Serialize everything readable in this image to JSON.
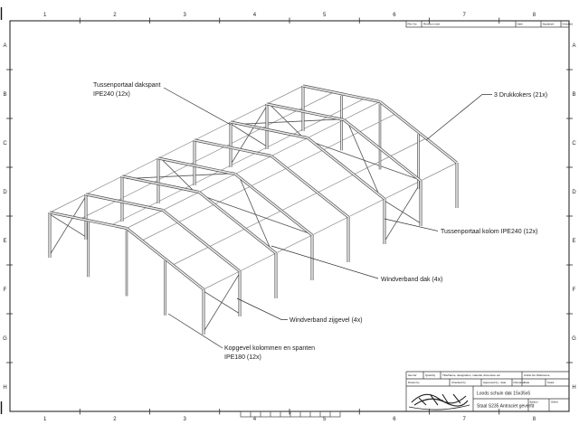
{
  "colors": {
    "line": "#2a2a2a",
    "member_edge": "#4d4d4d",
    "member_face": "#ececec",
    "purlin": "#8c8c8c",
    "brace": "#555555",
    "leader": "#333333",
    "text": "#1a1a1a"
  },
  "rulers": {
    "top": [
      "1",
      "2",
      "3",
      "4",
      "5",
      "6",
      "7",
      "8"
    ],
    "bottom": [
      "1",
      "2",
      "3",
      "4",
      "5",
      "6",
      "7",
      "8"
    ],
    "left": [
      "A",
      "B",
      "C",
      "D",
      "E",
      "F",
      "G",
      "H"
    ],
    "right": [
      "A",
      "B",
      "C",
      "D",
      "E",
      "F",
      "G",
      "H"
    ]
  },
  "revision_table": {
    "headers": [
      "Rev No",
      "Revision note",
      "Date",
      "Signature",
      "Checked"
    ]
  },
  "annotations": {
    "dakspant": {
      "line1": "Tussenportaal dakspant",
      "line2": "IPE240 (12x)"
    },
    "drukkokers": {
      "line1": "3 Drukkokers (21x)"
    },
    "kolom": {
      "line1": "Tussenportaal kolom IPE240 (12x)"
    },
    "windverband_dak": {
      "line1": "Windverband dak (4x)"
    },
    "windverband_zijgevel": {
      "line1": "Windverband zijgevel (4x)"
    },
    "kopgevel": {
      "line1": "Kopgevel kolommen en spanten",
      "line2": "IPE180 (12x)"
    }
  },
  "title_block": {
    "labels": {
      "itemref": "Itemref",
      "quantity": "Quantity",
      "title_name": "Title/Name, designation, material, dimension etc",
      "article": "Article No./Reference",
      "drawn": "Drawn by",
      "checked": "Checked by",
      "approved": "Approved by - date",
      "filename": "Filename",
      "date": "Date",
      "scale": "Scale",
      "edition": "Edition",
      "sheet": "Sheet"
    },
    "title_line1": "Loods schuin dak 15x35x5",
    "title_line2": "Staal S235 Antraciet geverfd"
  },
  "drawing": {
    "frames": 8,
    "bays": 7,
    "description": "Isometric wireframe of gable-roof steel hall"
  }
}
